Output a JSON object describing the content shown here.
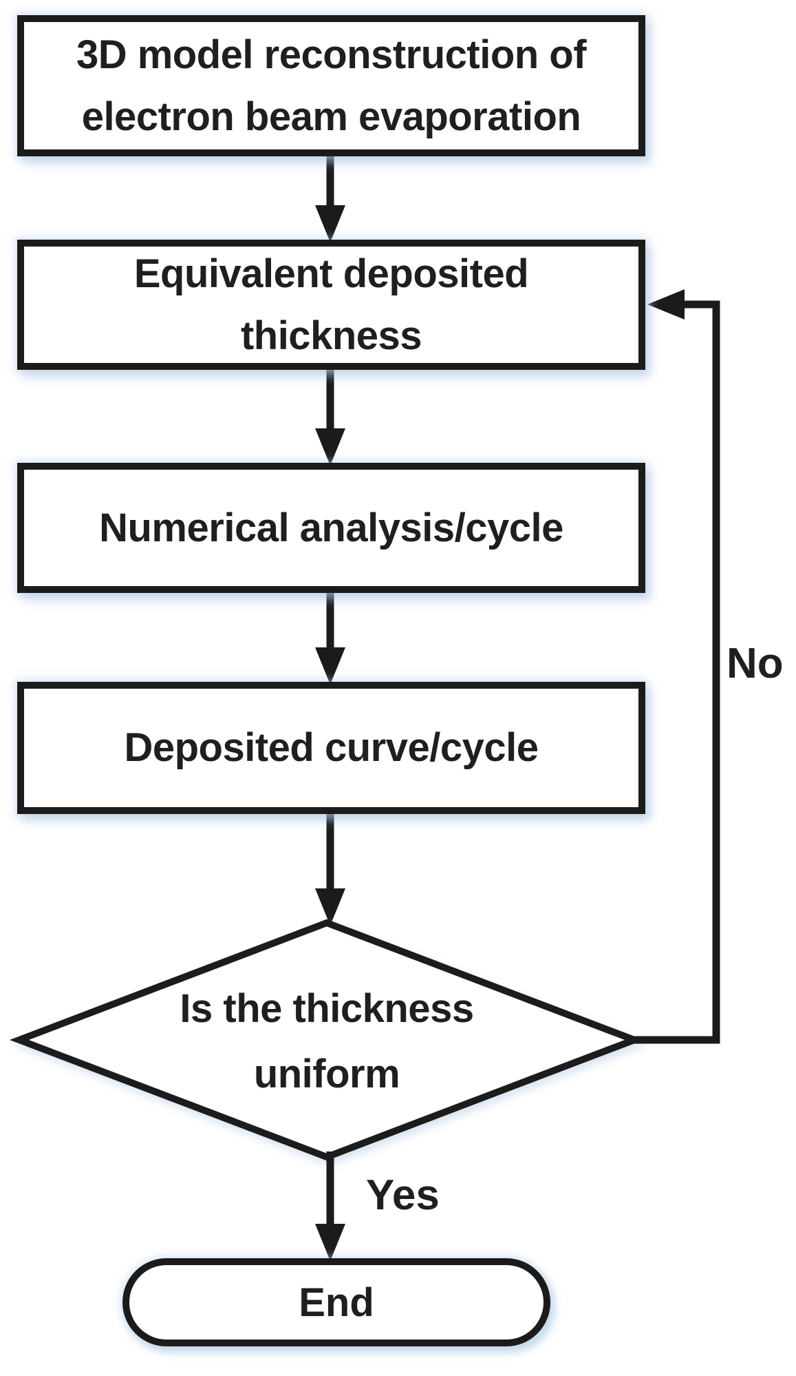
{
  "figure": {
    "type": "flowchart",
    "background": "#ffffff",
    "colors": {
      "stroke": "#1b1b1b",
      "text": "#1f1f1f",
      "node_fill": "#ffffff",
      "glow": "#b8cde6"
    },
    "nodes": {
      "reconstruction": {
        "shape": "process",
        "lines": [
          "3D model reconstruction of",
          "electron beam evaporation"
        ]
      },
      "equivalent_thickness": {
        "shape": "process",
        "lines": [
          "Equivalent deposited",
          "thickness"
        ]
      },
      "numerical_analysis": {
        "shape": "process",
        "lines": [
          "Numerical analysis/cycle"
        ]
      },
      "deposited_curve": {
        "shape": "process",
        "lines": [
          "Deposited curve/cycle"
        ]
      },
      "uniform_decision": {
        "shape": "decision",
        "lines": [
          "Is the thickness",
          "uniform"
        ]
      },
      "end": {
        "shape": "terminator",
        "lines": [
          "End"
        ]
      }
    },
    "edge_labels": {
      "yes": "Yes",
      "no": "No"
    },
    "edges": [
      {
        "from": "reconstruction",
        "to": "equivalent_thickness",
        "label": ""
      },
      {
        "from": "equivalent_thickness",
        "to": "numerical_analysis",
        "label": ""
      },
      {
        "from": "numerical_analysis",
        "to": "deposited_curve",
        "label": ""
      },
      {
        "from": "deposited_curve",
        "to": "uniform_decision",
        "label": ""
      },
      {
        "from": "uniform_decision",
        "to": "end",
        "label": "Yes"
      },
      {
        "from": "uniform_decision",
        "to": "equivalent_thickness",
        "label": "No"
      }
    ]
  }
}
